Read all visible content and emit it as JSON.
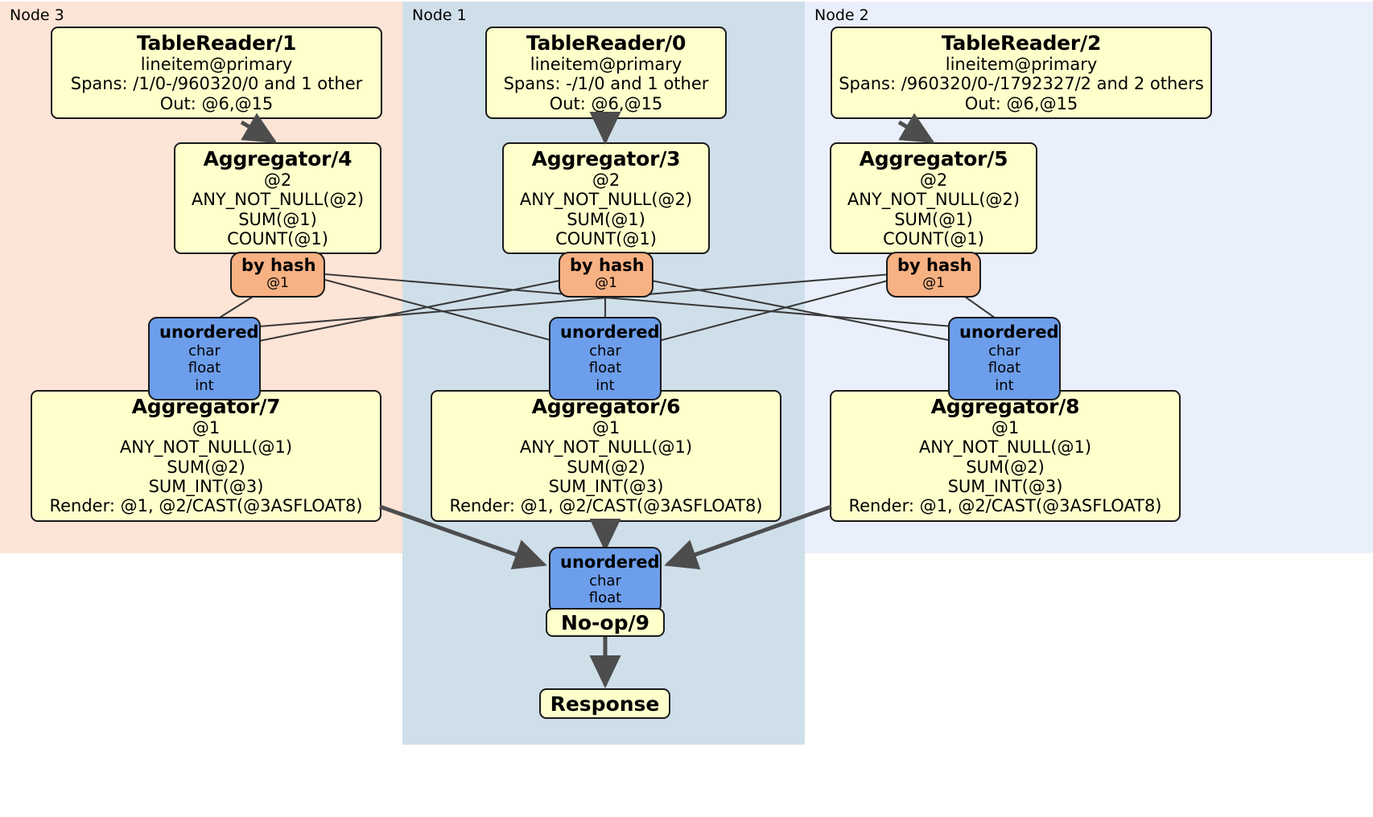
{
  "diagram": {
    "title": "Distributed SQL query execution plan",
    "colors": {
      "node3_bg": "#fce4d6",
      "node1_bg": "#cfdfea",
      "node2_bg": "#eaf0fb",
      "processor_bg": "#ffffcc",
      "router_bg": "#f8b183",
      "sync_bg": "#6d9eeb",
      "border": "#1a1a1a",
      "edge_thin": "#3a3a3a",
      "edge_thick": "#4d4d4d"
    }
  },
  "panels": [
    {
      "id": "node3",
      "label": "Node 3"
    },
    {
      "id": "node1",
      "label": "Node 1"
    },
    {
      "id": "node2",
      "label": "Node 2"
    }
  ],
  "table_readers": [
    {
      "id": "tr1",
      "title": "TableReader/1",
      "table": "lineitem@primary",
      "spans": "Spans: /1/0-/960320/0 and 1 other",
      "out": "Out: @6,@15"
    },
    {
      "id": "tr0",
      "title": "TableReader/0",
      "table": "lineitem@primary",
      "spans": "Spans: -/1/0 and 1 other",
      "out": "Out: @6,@15"
    },
    {
      "id": "tr2",
      "title": "TableReader/2",
      "table": "lineitem@primary",
      "spans": "Spans: /960320/0-/1792327/2 and 2 others",
      "out": "Out: @6,@15"
    }
  ],
  "aggregators_stage1": [
    {
      "id": "agg4",
      "title": "Aggregator/4",
      "group": "@2",
      "func1": "ANY_NOT_NULL(@2)",
      "func2": "SUM(@1)",
      "func3": "COUNT(@1)"
    },
    {
      "id": "agg3",
      "title": "Aggregator/3",
      "group": "@2",
      "func1": "ANY_NOT_NULL(@2)",
      "func2": "SUM(@1)",
      "func3": "COUNT(@1)"
    },
    {
      "id": "agg5",
      "title": "Aggregator/5",
      "group": "@2",
      "func1": "ANY_NOT_NULL(@2)",
      "func2": "SUM(@1)",
      "func3": "COUNT(@1)"
    }
  ],
  "routers": [
    {
      "id": "router4",
      "title": "by hash",
      "cols": "@1"
    },
    {
      "id": "router3",
      "title": "by hash",
      "cols": "@1"
    },
    {
      "id": "router5",
      "title": "by hash",
      "cols": "@1"
    }
  ],
  "synchronizers_stage1": [
    {
      "id": "sync7",
      "title": "unordered",
      "t1": "char",
      "t2": "float",
      "t3": "int"
    },
    {
      "id": "sync6",
      "title": "unordered",
      "t1": "char",
      "t2": "float",
      "t3": "int"
    },
    {
      "id": "sync8",
      "title": "unordered",
      "t1": "char",
      "t2": "float",
      "t3": "int"
    }
  ],
  "aggregators_stage2": [
    {
      "id": "agg7",
      "title": "Aggregator/7",
      "group": "@1",
      "func1": "ANY_NOT_NULL(@1)",
      "func2": "SUM(@2)",
      "func3": "SUM_INT(@3)",
      "render": "Render: @1, @2/CAST(@3ASFLOAT8)"
    },
    {
      "id": "agg6",
      "title": "Aggregator/6",
      "group": "@1",
      "func1": "ANY_NOT_NULL(@1)",
      "func2": "SUM(@2)",
      "func3": "SUM_INT(@3)",
      "render": "Render: @1, @2/CAST(@3ASFLOAT8)"
    },
    {
      "id": "agg8",
      "title": "Aggregator/8",
      "group": "@1",
      "func1": "ANY_NOT_NULL(@1)",
      "func2": "SUM(@2)",
      "func3": "SUM_INT(@3)",
      "render": "Render: @1, @2/CAST(@3ASFLOAT8)"
    }
  ],
  "final_sync": {
    "id": "sync9",
    "title": "unordered",
    "t1": "char",
    "t2": "float"
  },
  "noop": {
    "id": "noop9",
    "title": "No-op/9"
  },
  "response": {
    "id": "response",
    "title": "Response"
  }
}
